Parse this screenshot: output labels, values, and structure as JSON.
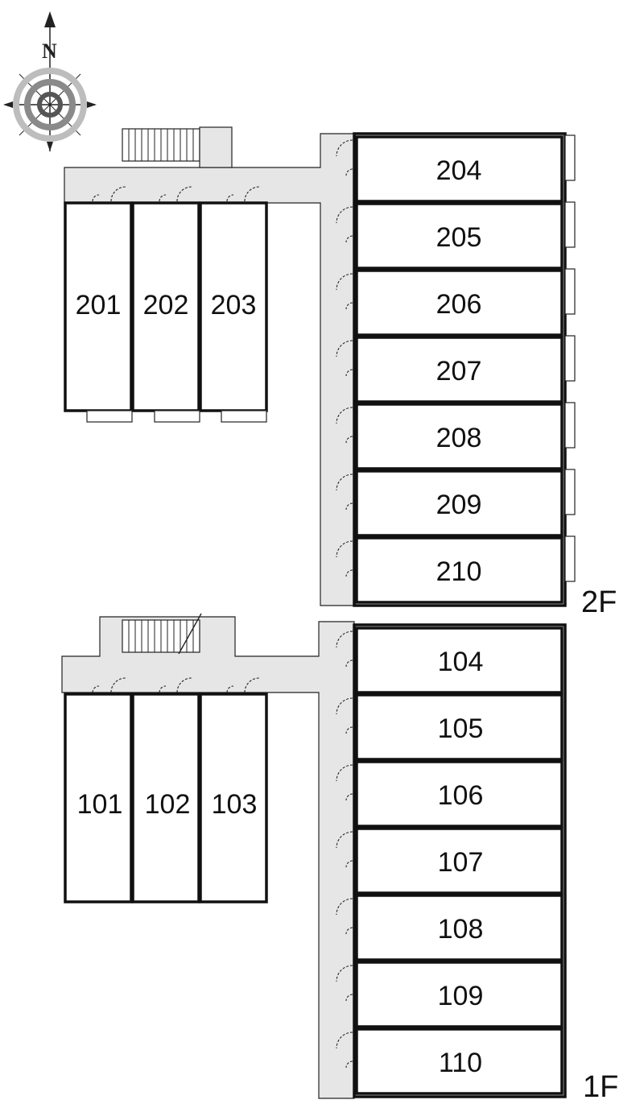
{
  "compass": {
    "label": "N"
  },
  "floors": [
    {
      "label": "2F",
      "left_units": [
        "201",
        "202",
        "203"
      ],
      "right_units": [
        "204",
        "205",
        "206",
        "207",
        "208",
        "209",
        "210"
      ]
    },
    {
      "label": "1F",
      "left_units": [
        "101",
        "102",
        "103"
      ],
      "right_units": [
        "104",
        "105",
        "106",
        "107",
        "108",
        "109",
        "110"
      ]
    }
  ],
  "colors": {
    "corridor": "#e6e6e6",
    "wall": "#111111",
    "compass_ring": "#8a8a8a"
  }
}
